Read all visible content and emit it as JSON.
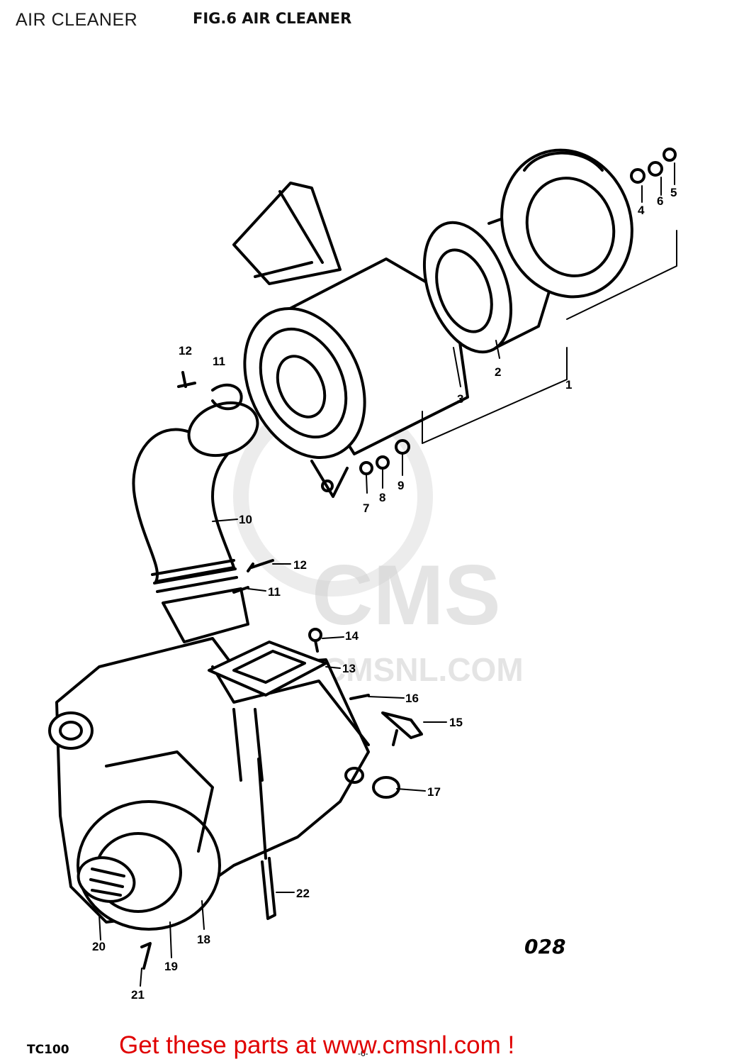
{
  "header": {
    "page_title": "AIR CLEANER",
    "figure_title": "FIG.6   AIR CLEANER"
  },
  "watermark": {
    "logo_text": "CMS",
    "site_text": "CMSNL.COM"
  },
  "part_labels": [
    "1",
    "2",
    "3",
    "4",
    "5",
    "6",
    "7",
    "8",
    "9",
    "10",
    "11",
    "12",
    "12",
    "11",
    "13",
    "14",
    "15",
    "16",
    "17",
    "18",
    "19",
    "20",
    "21",
    "22"
  ],
  "footer": {
    "figure_number": "028",
    "model_code": "TC100",
    "page_mark": "-6-",
    "cta_text": "Get these parts at www.cmsnl.com !"
  },
  "colors": {
    "ink": "#000000",
    "cta": "#e00000",
    "watermark": "#cfcfcf"
  }
}
